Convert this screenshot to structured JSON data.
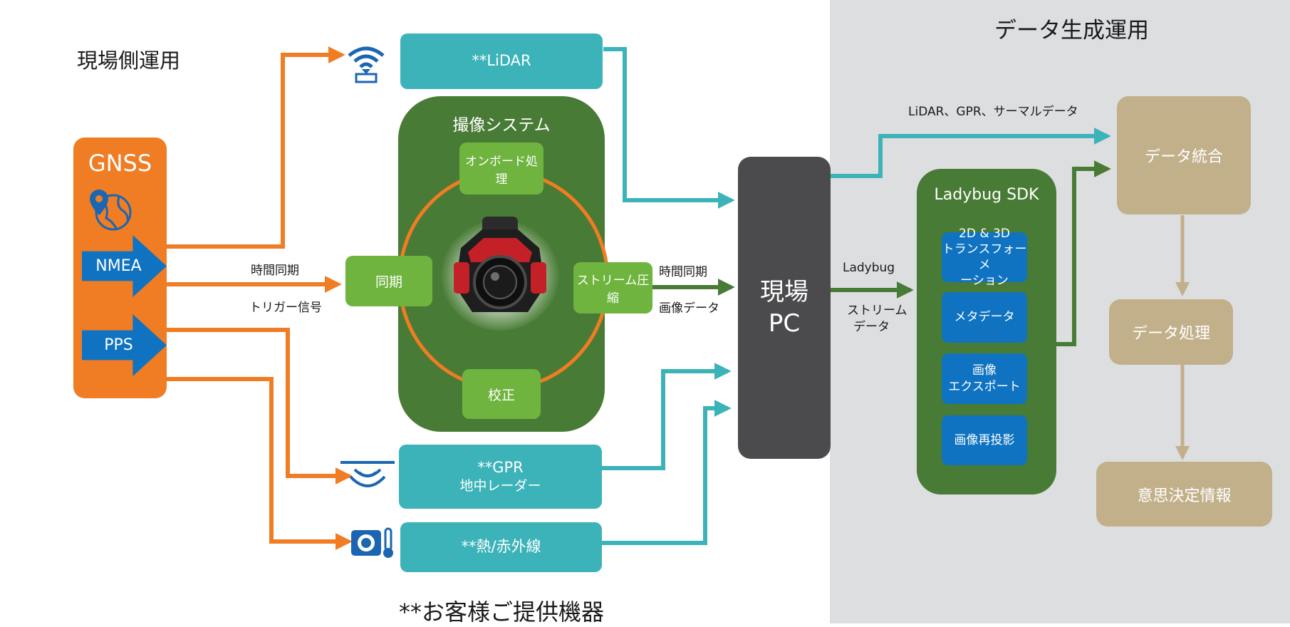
{
  "sections": {
    "field_ops_title": "現場側運用",
    "data_ops_title": "データ生成運用",
    "footnote": "**お客様ご提供機器"
  },
  "gnss": {
    "title": "GNSS",
    "nmea": "NMEA",
    "pps": "PPS"
  },
  "devices": {
    "lidar": "**LiDAR",
    "gpr_line1": "**GPR",
    "gpr_line2": "地中レーダー",
    "thermal": "**熱/赤外線"
  },
  "imaging": {
    "title": "撮像システム",
    "onboard": "オンボード処理",
    "sync": "同期",
    "compress": "ストリーム圧縮",
    "calibration": "校正"
  },
  "labels": {
    "time_sync_left": "時間同期",
    "trigger": "トリガー信号",
    "time_sync_right": "時間同期",
    "image_data": "画像データ",
    "ladybug": "Ladybug",
    "stream_line1": "ストリーム",
    "stream_line2": "データ",
    "sensor_data": "LiDAR、GPR、サーマルデータ"
  },
  "pc": {
    "line1": "現場",
    "line2": "PC"
  },
  "sdk": {
    "title": "Ladybug SDK",
    "transform_line1": "2D & 3D",
    "transform_line2": "トランスフォーメ",
    "transform_line3": "ーション",
    "metadata": "メタデータ",
    "export_line1": "画像",
    "export_line2": "エクスポート",
    "reproject": "画像再投影"
  },
  "pipeline": {
    "integration": "データ統合",
    "processing": "データ処理",
    "decision": "意思決定情報"
  },
  "colors": {
    "orange": "#f07c23",
    "teal": "#3bb3b9",
    "dark_green": "#487b35",
    "light_green": "#6fb43f",
    "blue": "#0f73c1",
    "dark_gray": "#4b4b4d",
    "tan": "#c2b08b",
    "panel_gray": "#dddee0"
  },
  "icons": {
    "gnss": "location-globe-icon",
    "lidar": "wireless-scanner-icon",
    "gpr": "radar-wave-icon",
    "thermal": "thermal-camera-icon",
    "camera": "360-camera-icon"
  }
}
